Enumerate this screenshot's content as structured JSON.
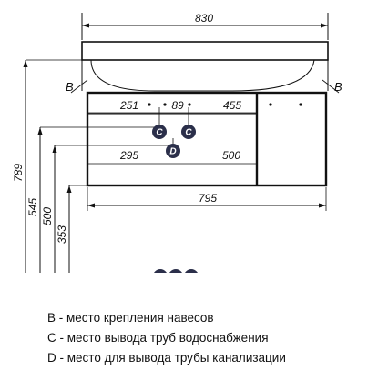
{
  "dimensions": {
    "top_width": "830",
    "seg_left": "251",
    "seg_mid": "89",
    "seg_right": "455",
    "seg_d_left": "295",
    "seg_d_right": "500",
    "bottom_width": "795",
    "height_total": "789",
    "height_545": "545",
    "height_500": "500",
    "height_353": "353"
  },
  "markers": {
    "b": "B",
    "c": "C",
    "d": "D"
  },
  "legend": [
    "В - место крепления навесов",
    "С - место вывода труб водоснабжения",
    "D - место для вывода трубы канализации"
  ],
  "colors": {
    "marker_fill": "#2b2f4a",
    "line": "#111111"
  }
}
